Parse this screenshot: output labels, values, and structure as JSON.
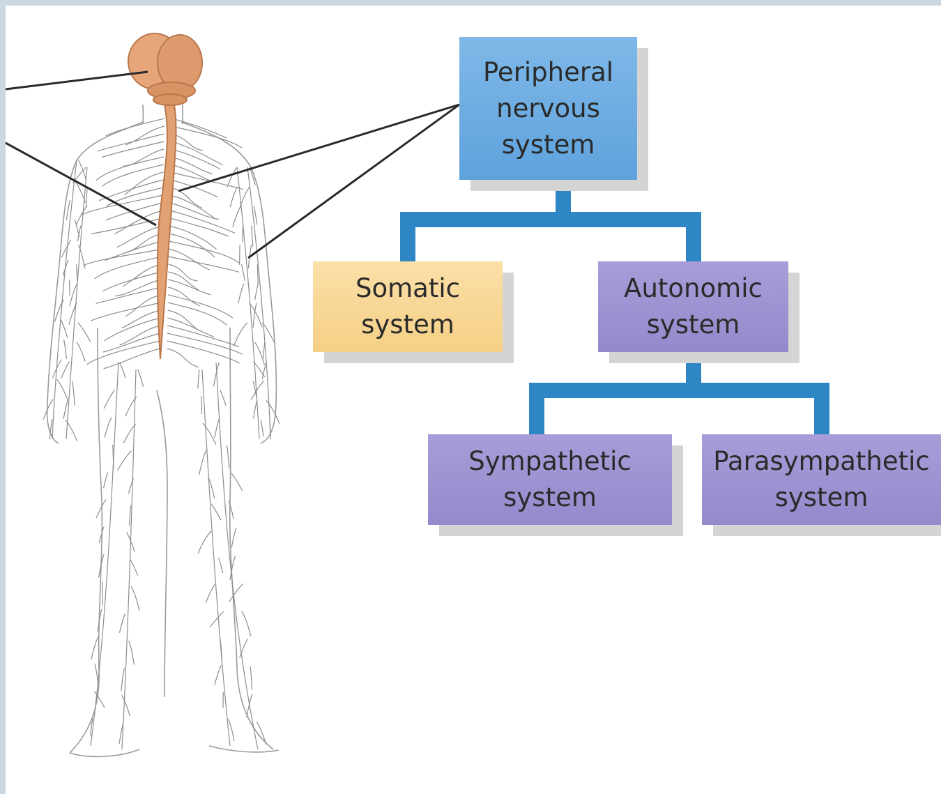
{
  "diagram": {
    "nodes": {
      "peripheral": "Peripheral\nnervous\nsystem",
      "somatic": "Somatic\nsystem",
      "autonomic": "Autonomic\nsystem",
      "sympathetic": "Sympathetic\nsystem",
      "parasympathetic": "Parasympathetic\nsystem"
    },
    "edges": [
      [
        "peripheral",
        "somatic"
      ],
      [
        "peripheral",
        "autonomic"
      ],
      [
        "autonomic",
        "sympathetic"
      ],
      [
        "autonomic",
        "parasympathetic"
      ]
    ]
  },
  "colors": {
    "peripheral": "#6aaae0",
    "somatic": "#f7d691",
    "autonomic": "#9d92d2",
    "connector": "#2f86c4",
    "cns": "#e2a173",
    "nerves": "#8a8a8a"
  }
}
